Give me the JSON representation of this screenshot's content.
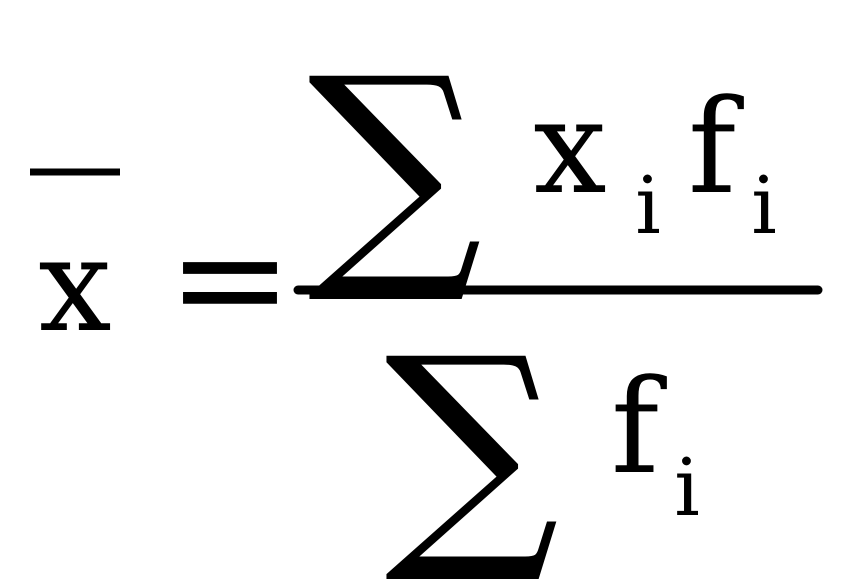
{
  "formula": {
    "lhs": {
      "variable": "x",
      "overbar": true
    },
    "equals": "=",
    "numerator": {
      "sum_symbol": "∑",
      "term1": "x",
      "term1_subscript": "i",
      "term2": "f",
      "term2_subscript": "i"
    },
    "denominator": {
      "sum_symbol": "∑",
      "term": "f",
      "term_subscript": "i"
    }
  }
}
